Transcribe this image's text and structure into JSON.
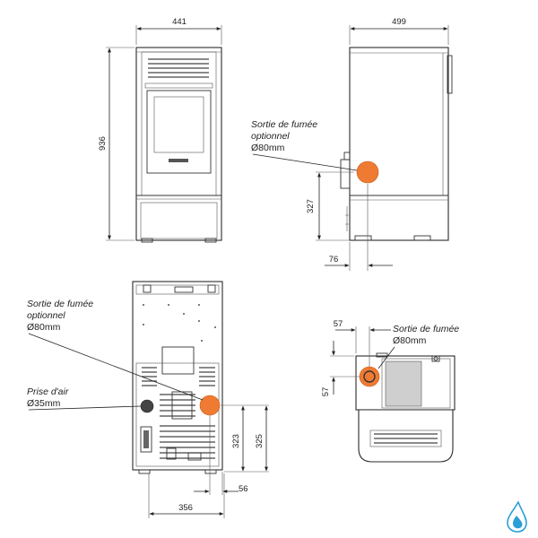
{
  "front": {
    "width": "441",
    "height": "936"
  },
  "side": {
    "depth": "499",
    "outlet_height": "327",
    "outlet_offset": "76"
  },
  "rear": {
    "width": "356",
    "outlet_height": "325",
    "air_intake_height": "323",
    "offset": "56"
  },
  "top": {
    "x_offset": "57",
    "y_offset": "57"
  },
  "labels": {
    "side_outlet_line1": "Sortie de fumée",
    "side_outlet_line2": "optionnel",
    "side_outlet_line3": "Ø80mm",
    "rear_outlet_line1": "Sortie de fumée",
    "rear_outlet_line2": "optionnel",
    "rear_outlet_line3": "Ø80mm",
    "air_intake_line1": "Prise d'air",
    "air_intake_line2": "Ø35mm",
    "top_outlet_line1": "Sortie de fumée",
    "top_outlet_line2": "Ø80mm"
  },
  "colors": {
    "outlet": "#ef7b33",
    "logo": "#2a9fd6"
  },
  "icons": {
    "brand": "water-drop-flame-icon"
  }
}
